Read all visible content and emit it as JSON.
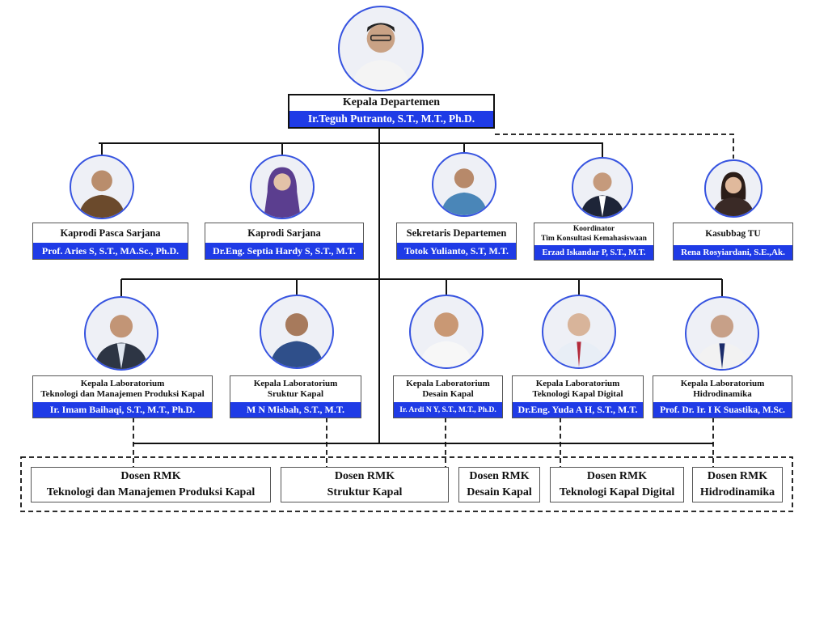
{
  "head": {
    "title": "Kepala Departemen",
    "name": "Ir.Teguh Putranto, S.T., M.T., Ph.D."
  },
  "row1": [
    {
      "title": [
        "Kaprodi Pasca Sarjana"
      ],
      "name": "Prof. Aries S, S.T., MA.Sc., Ph.D."
    },
    {
      "title": [
        "Kaprodi Sarjana"
      ],
      "name": "Dr.Eng. Septia Hardy S, S.T., M.T."
    },
    {
      "title": [
        "Sekretaris Departemen"
      ],
      "name": "Totok Yulianto, S.T, M.T."
    },
    {
      "title": [
        "Koordinator",
        "Tim Konsultasi Kemahasiswaan"
      ],
      "name": "Erzad Iskandar P, S.T., M.T."
    },
    {
      "title": [
        "Kasubbag TU"
      ],
      "name": "Rena Rosyiardani, S.E.,Ak."
    }
  ],
  "row2": [
    {
      "title": [
        "Kepala Laboratorium",
        "Teknologi dan Manajemen Produksi Kapal"
      ],
      "name": "Ir. Imam Baihaqi, S.T., M.T., Ph.D."
    },
    {
      "title": [
        "Kepala Laboratorium",
        "Sruktur Kapal"
      ],
      "name": "M N Misbah, S.T., M.T."
    },
    {
      "title": [
        "Kepala Laboratorium",
        "Desain Kapal"
      ],
      "name": "Ir. Ardi N Y, S.T., M.T., Ph.D."
    },
    {
      "title": [
        "Kepala Laboratorium",
        "Teknologi Kapal Digital"
      ],
      "name": "Dr.Eng. Yuda A H, S.T., M.T."
    },
    {
      "title": [
        "Kepala Laboratorium",
        "Hidrodinamika"
      ],
      "name": "Prof. Dr. Ir. I K Suastika, M.Sc."
    }
  ],
  "dosen": [
    {
      "label": "Dosen RMK",
      "group": "Teknologi dan Manajemen Produksi Kapal"
    },
    {
      "label": "Dosen RMK",
      "group": "Struktur Kapal"
    },
    {
      "label": "Dosen RMK",
      "group": "Desain Kapal"
    },
    {
      "label": "Dosen RMK",
      "group": "Teknologi Kapal Digital"
    },
    {
      "label": "Dosen RMK",
      "group": "Hidrodinamika"
    }
  ],
  "colors": {
    "name_bar": "#1f3be6",
    "photo_ring": "#3653e0"
  }
}
